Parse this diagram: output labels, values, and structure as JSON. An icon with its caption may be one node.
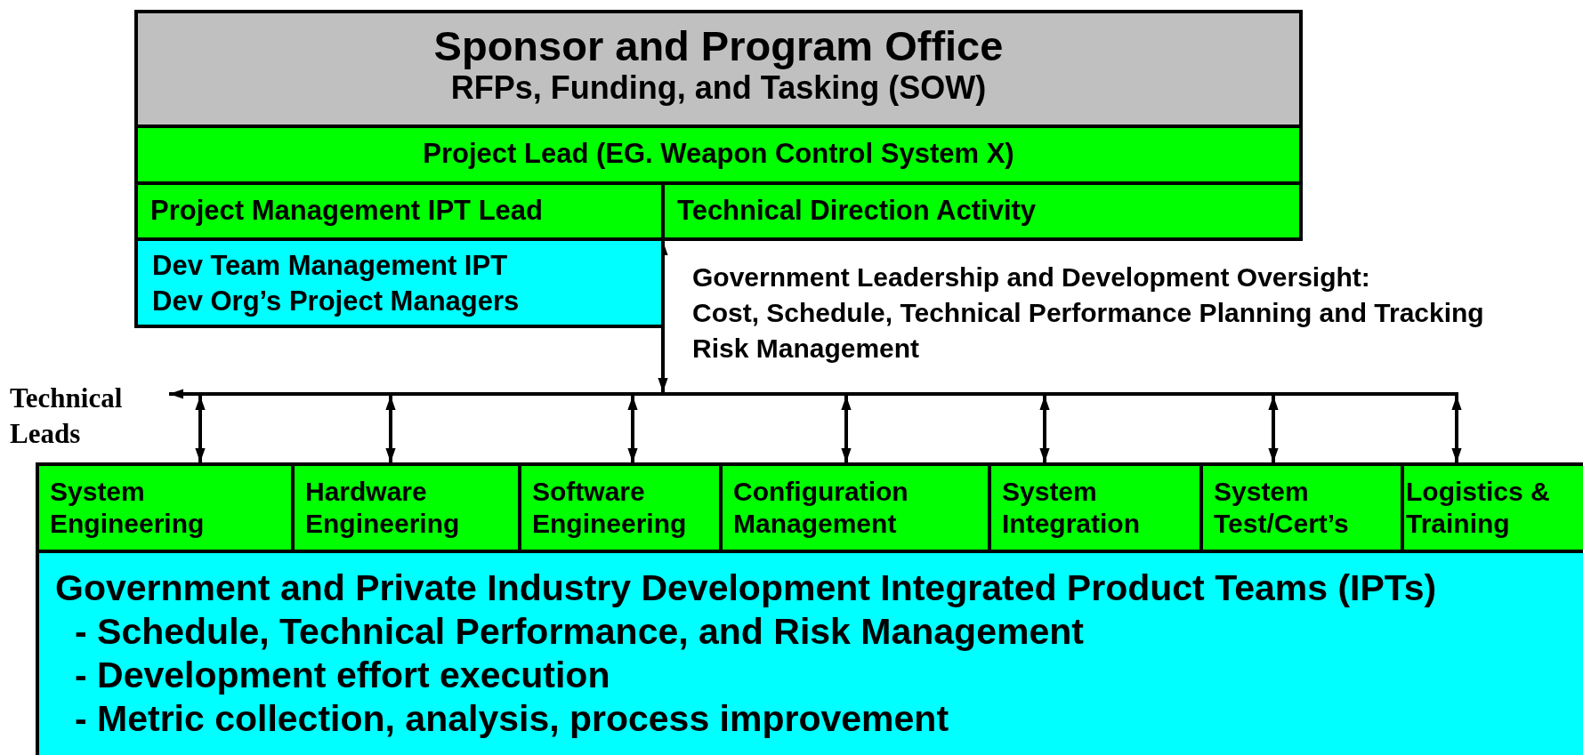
{
  "diagram": {
    "nodes": [
      {
        "text": [
          "Sponsor and Program Office",
          "RFPs, Funding, and Tasking (SOW)"
        ]
      },
      {
        "text": [
          "Project Lead (EG. Weapon Control System X)"
        ]
      },
      {
        "text": [
          "Project Management IPT Lead"
        ]
      },
      {
        "text": [
          "Technical Direction Activity"
        ]
      },
      {
        "text": [
          "Dev Team Management IPT",
          "Dev Org’s Project Managers"
        ]
      },
      {
        "text": [],
        "shape": "bar"
      },
      {
        "text": [
          "Technical Leads"
        ]
      },
      {
        "text": [
          "Government and Private Industry Development Integrated Product Teams (IPTs)",
          "- Schedule, Technical Performance, and Risk Management",
          "- Development effort execution",
          "- Metric collection, analysis, process improvement"
        ]
      },
      {
        "text": [
          "System Engineering"
        ],
        "in": 7
      },
      {
        "text": [
          "Hardware Engineering"
        ],
        "in": 7
      },
      {
        "text": [
          "Software Engineering"
        ],
        "in": 7
      },
      {
        "text": [
          "Configuration Management"
        ],
        "in": 7
      },
      {
        "text": [
          "System Integration"
        ],
        "in": 7
      },
      {
        "text": [
          "System Test/Cert’s"
        ],
        "in": 7
      },
      {
        "text": [
          "Logistics & Training"
        ],
        "in": 7
      }
    ],
    "edges": [
      {
        "from": 3,
        "to": 5,
        "arrow": "both"
      },
      {
        "from": 5,
        "to": null,
        "arrow": "to"
      },
      {
        "from": 5,
        "to": 8,
        "arrow": "both"
      },
      {
        "from": 5,
        "to": 9,
        "arrow": "both"
      },
      {
        "from": 5,
        "to": 10,
        "arrow": "both"
      },
      {
        "from": 5,
        "to": 11,
        "arrow": "both"
      },
      {
        "from": 5,
        "to": 12,
        "arrow": "both"
      },
      {
        "from": 5,
        "to": 13,
        "arrow": "both"
      },
      {
        "from": 5,
        "to": 14,
        "arrow": "both"
      }
    ],
    "labels": [
      "Government Leadership and Development Oversight:",
      "Cost, Schedule, Technical Performance Planning and Tracking",
      "Risk Management"
    ]
  }
}
